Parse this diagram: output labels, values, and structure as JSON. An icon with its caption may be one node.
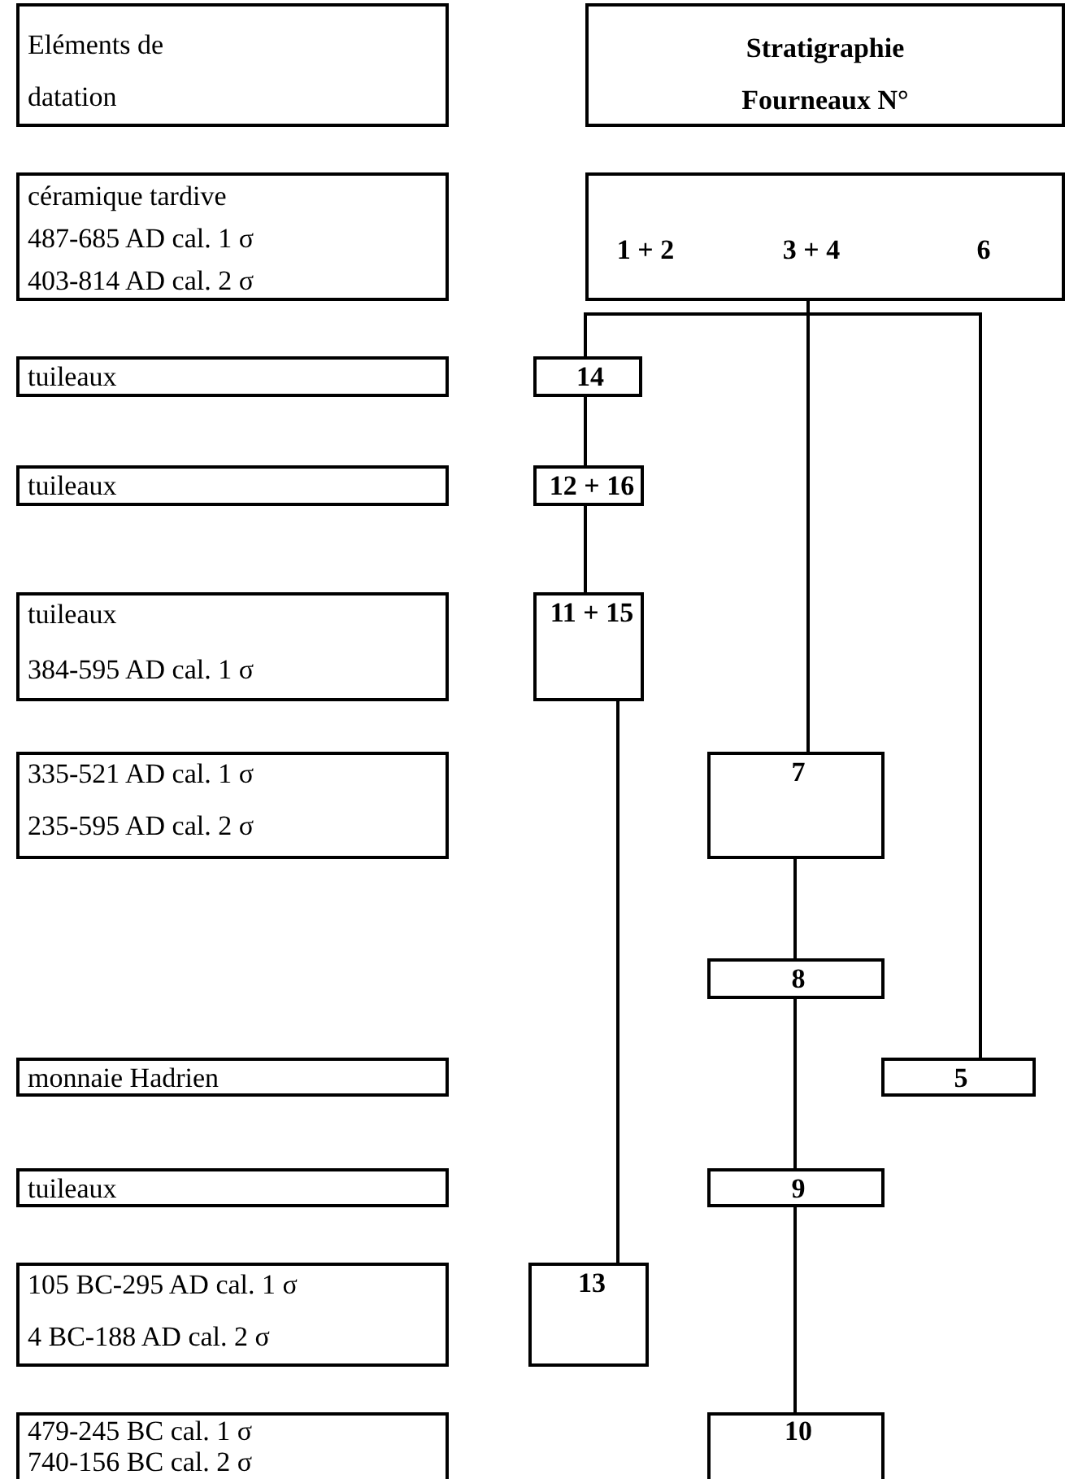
{
  "diagram": {
    "nodes": [
      {
        "text": [
          "Eléments de datation"
        ]
      },
      {
        "text": [
          "Stratigraphie Fourneaux N°"
        ]
      },
      {
        "text": [
          "céramique tardive",
          "487-685 AD cal. 1 σ",
          "403-814 AD cal. 2 σ"
        ]
      },
      {
        "text": [
          "1 + 2",
          "3 + 4",
          "6"
        ]
      },
      {
        "text": [
          "tuileaux"
        ]
      },
      {
        "text": [
          "14"
        ]
      },
      {
        "text": [
          "tuileaux"
        ]
      },
      {
        "text": [
          "12 + 16"
        ]
      },
      {
        "text": [
          "tuileaux",
          "384-595 AD cal. 1 σ"
        ]
      },
      {
        "text": [
          "11 + 15"
        ]
      },
      {
        "text": [
          "335-521 AD cal. 1 σ",
          "235-595 AD cal. 2 σ"
        ]
      },
      {
        "text": [
          "7"
        ]
      },
      {
        "text": [
          "8"
        ]
      },
      {
        "text": [
          "monnaie Hadrien"
        ]
      },
      {
        "text": [
          "5"
        ]
      },
      {
        "text": [
          "tuileaux"
        ]
      },
      {
        "text": [
          "9"
        ]
      },
      {
        "text": [
          "105 BC-295 AD cal. 1 σ",
          "4 BC-188 AD cal. 2 σ"
        ]
      },
      {
        "text": [
          "13"
        ]
      },
      {
        "text": [
          "479-245 BC cal. 1 σ",
          "740-156 BC cal. 2 σ"
        ]
      },
      {
        "text": [
          "10"
        ]
      }
    ],
    "edges": [
      {
        "from": 3,
        "to": 5,
        "arrow": "none"
      },
      {
        "from": 3,
        "to": 11,
        "arrow": "none"
      },
      {
        "from": 3,
        "to": 14,
        "arrow": "none"
      },
      {
        "from": 5,
        "to": 7,
        "arrow": "none"
      },
      {
        "from": 7,
        "to": 9,
        "arrow": "none"
      },
      {
        "from": 9,
        "to": 18,
        "arrow": "none"
      },
      {
        "from": 11,
        "to": 12,
        "arrow": "none"
      },
      {
        "from": 12,
        "to": 16,
        "arrow": "none"
      },
      {
        "from": 16,
        "to": 20,
        "arrow": "none"
      }
    ]
  }
}
